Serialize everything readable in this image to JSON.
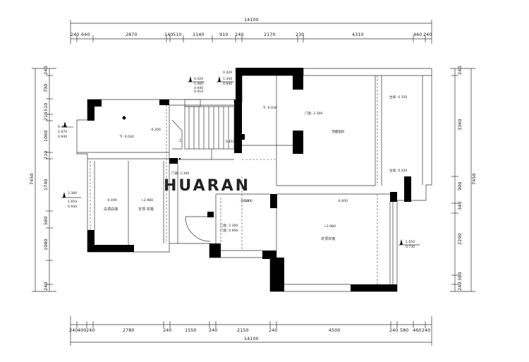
{
  "watermark": "HUARAN",
  "overall": {
    "top": "14100",
    "bottom": "14100",
    "left": "7450",
    "right": "7450"
  },
  "top_dims": [
    "240",
    "640",
    "2870",
    "140",
    "510",
    "1140",
    "910",
    "240",
    "2170",
    "230",
    "4310",
    "460",
    "240"
  ],
  "bottom_dims": [
    "240",
    "400",
    "240",
    "2780",
    "240",
    "1550",
    "240",
    "2150",
    "240",
    "4500",
    "240",
    "580",
    "460",
    "240"
  ],
  "left_dims": [
    "240",
    "790",
    "510",
    "210",
    "1060",
    "210",
    "1740",
    "580",
    "1080",
    "240"
  ],
  "right_dims": [
    "240",
    "3360",
    "900",
    "340",
    "2290",
    "380",
    "240"
  ],
  "labels": {
    "kitchen_floor": "下: 0.030",
    "kitchen_level": "-0.300",
    "left_elev_1": "0.400",
    "left_elev_2": "1.670",
    "left_elev_3": "0.940",
    "stair_elev_1": "0.420",
    "stair_elev_2": "1.460",
    "stair_elev_3": "0.940",
    "stair_elev_4": "0.910",
    "stair_elev_5": "0.420",
    "stair_elev_6": "1.440",
    "stair_elev_7": "0.940",
    "stair_up": "上",
    "stair_level": "0.610",
    "bath_floor": "下: 0.030",
    "door_high_top": "门高: 2.300",
    "living_ceiling": "顶面铝扣",
    "window_top": "台高: 0.350",
    "window_mid": "台高: 0.320",
    "door_mid": "门高: 2.300",
    "left_level": "-0.300",
    "room_a_elev": "-0.490",
    "room_a_text": "白顶白墙",
    "room_b_elev": "+2.980",
    "room_b_text": "灰顶 灰墙",
    "left_side_1": "2.380",
    "left_side_2": "1.650",
    "left_side_3": "0.940",
    "hall_level": "-0.300",
    "living_level": "-0.400",
    "door_low_1": "门高: 2.300",
    "door_low_2": "门宽: 0.900",
    "big_room_elev": "+2.980",
    "big_room_text": "灰顶灰墙",
    "right_elev_1": "1.650",
    "right_elev_2": "0.730"
  }
}
